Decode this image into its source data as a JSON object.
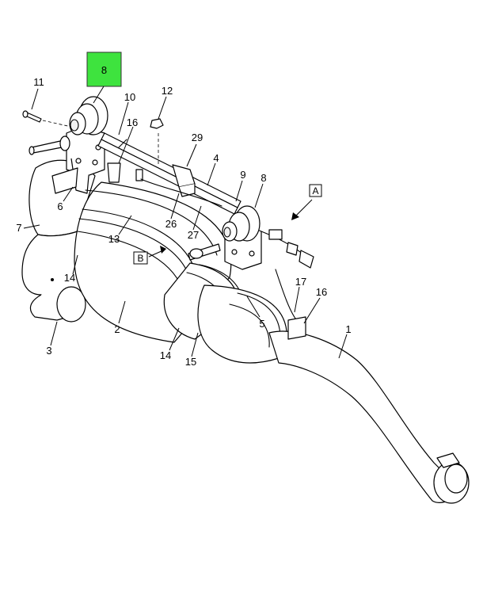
{
  "highlight": {
    "label": "8",
    "color": "#3ee33e"
  },
  "callouts": [
    {
      "id": "c11",
      "label": "11"
    },
    {
      "id": "c10",
      "label": "10"
    },
    {
      "id": "c16a",
      "label": "16"
    },
    {
      "id": "c12",
      "label": "12"
    },
    {
      "id": "c29",
      "label": "29"
    },
    {
      "id": "c4",
      "label": "4"
    },
    {
      "id": "c9",
      "label": "9"
    },
    {
      "id": "c8b",
      "label": "8"
    },
    {
      "id": "c6",
      "label": "6"
    },
    {
      "id": "c7",
      "label": "7"
    },
    {
      "id": "c13",
      "label": "13"
    },
    {
      "id": "c26",
      "label": "26"
    },
    {
      "id": "c27",
      "label": "27"
    },
    {
      "id": "c14a",
      "label": "14"
    },
    {
      "id": "c2",
      "label": "2"
    },
    {
      "id": "c3",
      "label": "3"
    },
    {
      "id": "c17",
      "label": "17"
    },
    {
      "id": "c16b",
      "label": "16"
    },
    {
      "id": "c5",
      "label": "5"
    },
    {
      "id": "c1",
      "label": "1"
    },
    {
      "id": "c14b",
      "label": "14"
    },
    {
      "id": "c15",
      "label": "15"
    }
  ],
  "refs": [
    {
      "id": "refA",
      "label": "A"
    },
    {
      "id": "refB",
      "label": "B"
    }
  ]
}
